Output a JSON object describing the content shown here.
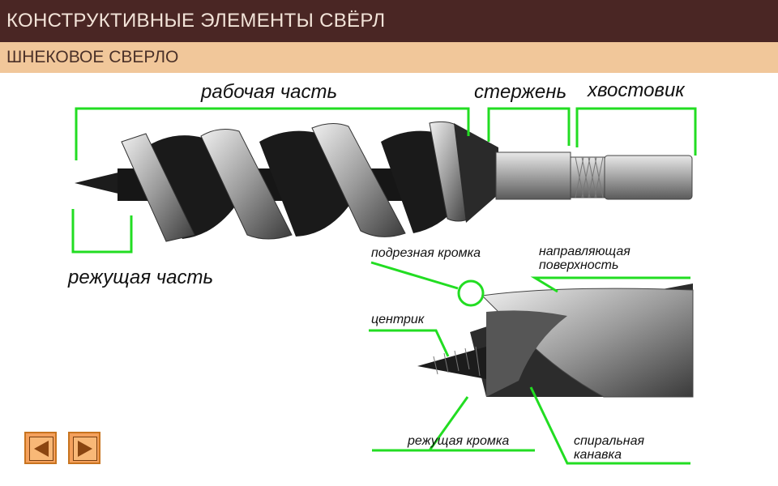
{
  "header": {
    "title": "КОНСТРУКТИВНЫЕ ЭЛЕМЕНТЫ  СВЁРЛ"
  },
  "subheader": {
    "title": "ШНЕКОВОЕ СВЕРЛО"
  },
  "labels": {
    "working_part": "рабочая часть",
    "shank_rod": "стержень",
    "shank_tail": "хвостовик",
    "cutting_part": "режущая часть",
    "scoring_edge": "подрезная кромка",
    "guide_surface_1": "направляющая",
    "guide_surface_2": "поверхность",
    "center_point": "центрик",
    "cutting_edge": "режущая кромка",
    "spiral_groove_1": "спиральная",
    "spiral_groove_2": "канавка"
  },
  "colors": {
    "title_bg": "#4a2624",
    "subtitle_bg": "#f1c79a",
    "annotation": "#22dd22",
    "nav_button": "#f4a05c"
  },
  "nav": {
    "prev_icon": "triangle-left-icon",
    "next_icon": "triangle-right-icon"
  }
}
